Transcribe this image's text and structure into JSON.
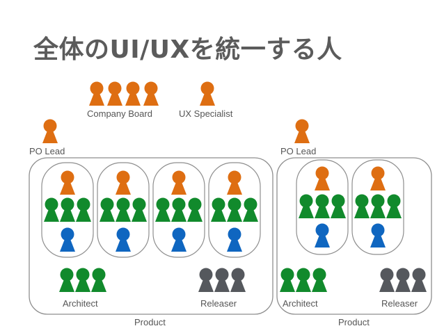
{
  "title": "全体のUI/UXを統一する人",
  "colors": {
    "orange": "#de6e12",
    "green": "#118a2c",
    "blue": "#0f66c0",
    "gray": "#55585d",
    "border": "#8e8e8e",
    "text": "#555555"
  },
  "top_roles": {
    "company_board": "Company Board",
    "ux_specialist": "UX Specialist"
  },
  "products": [
    {
      "po_lead_label": "PO Lead",
      "architect_label": "Architect",
      "releaser_label": "Releaser",
      "product_label": "Product",
      "team_count": 4
    },
    {
      "po_lead_label": "PO Lead",
      "architect_label": "Architect",
      "releaser_label": "Releaser",
      "product_label": "Product",
      "team_count": 2
    }
  ],
  "team_members": {
    "lead_color": "orange",
    "developers": 3,
    "developer_color": "green",
    "tester_color": "blue"
  },
  "person_icon_name": "person-icon"
}
